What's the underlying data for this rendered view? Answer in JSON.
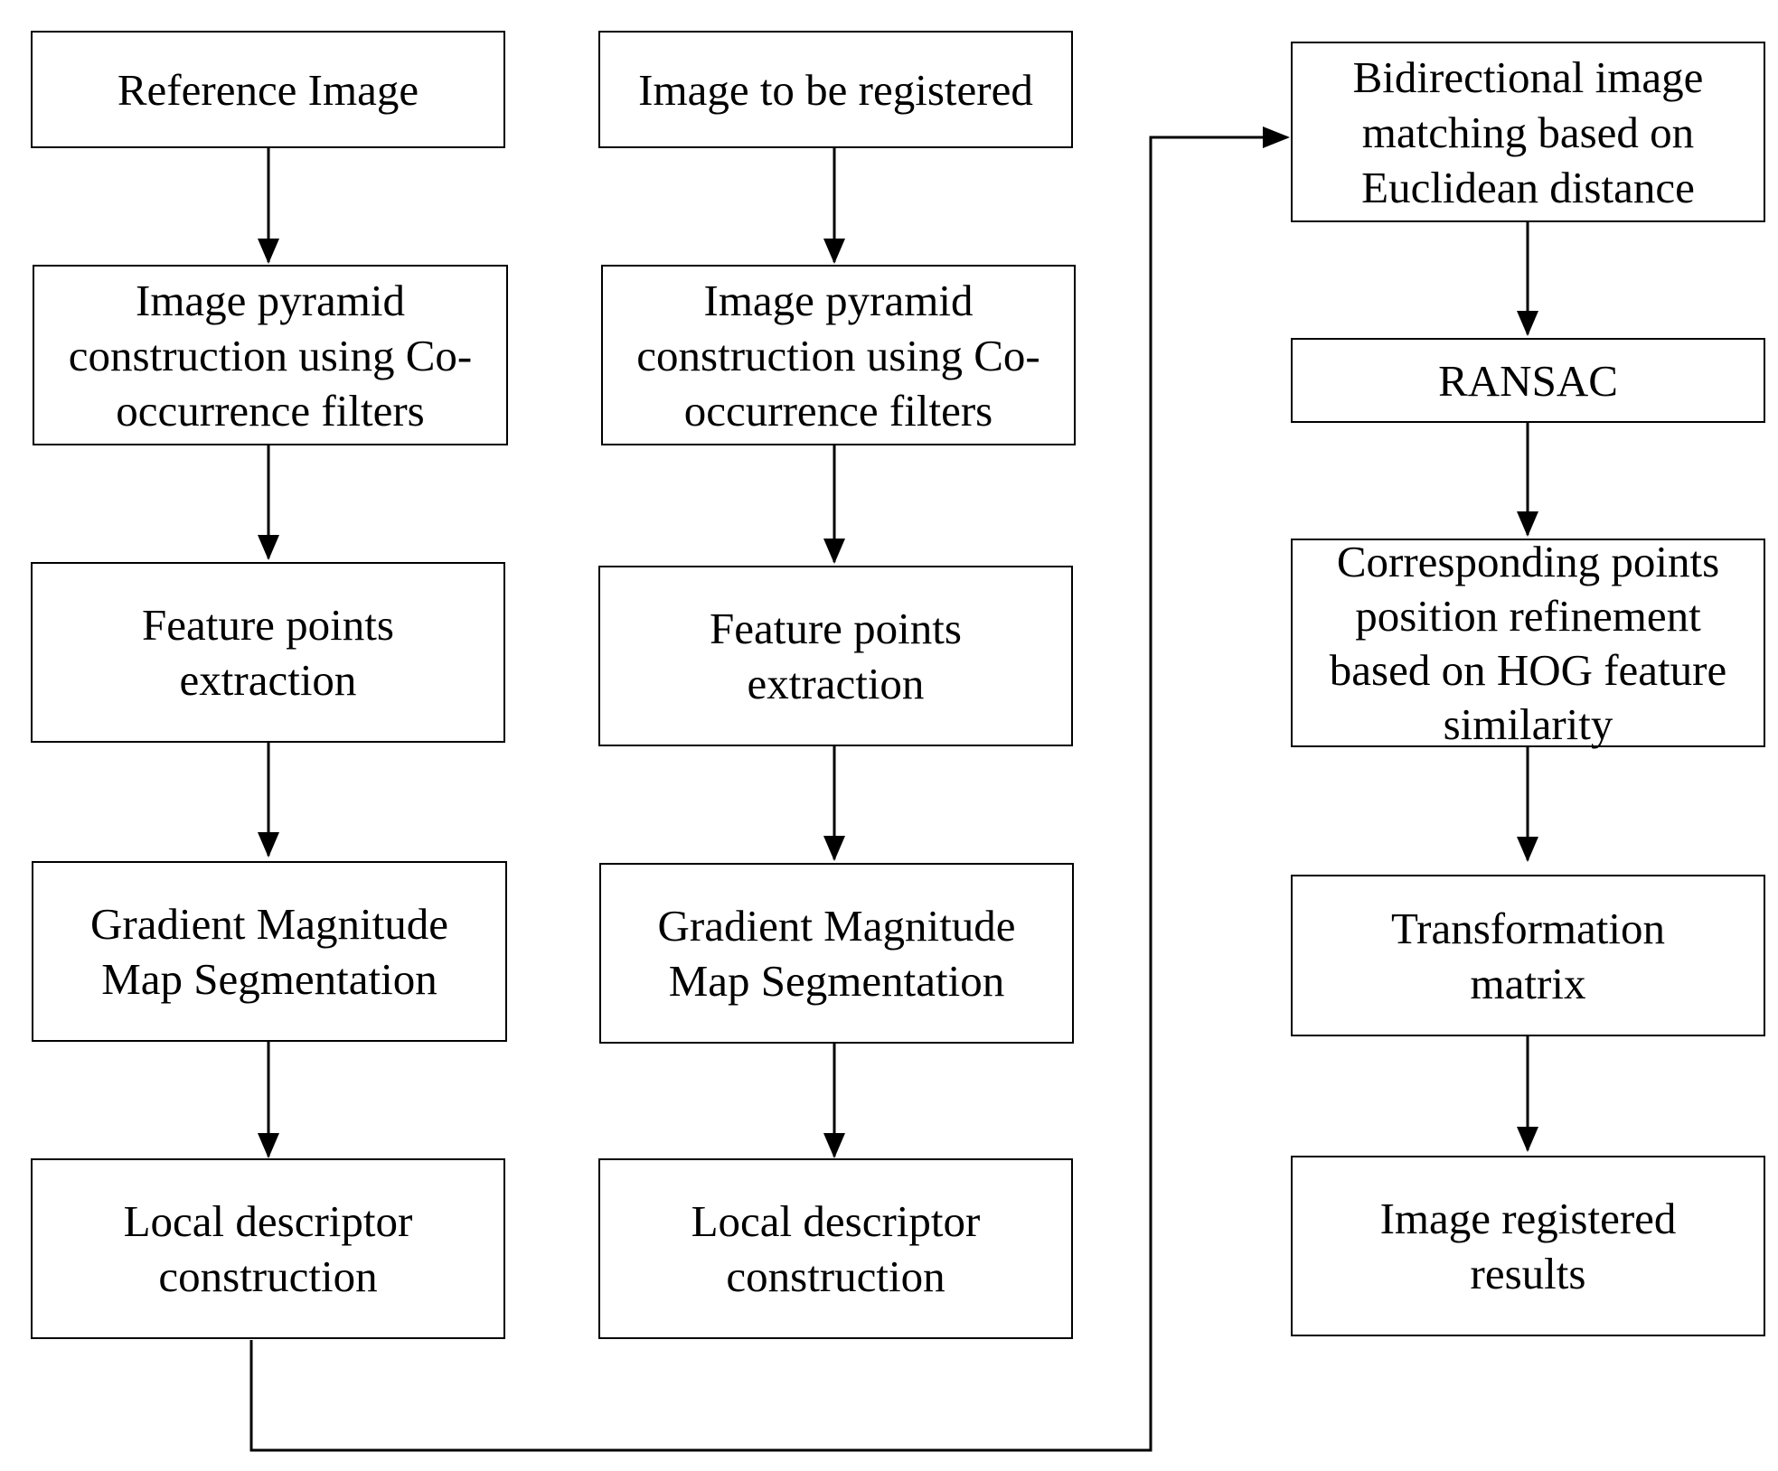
{
  "boxes": {
    "ref_image": "Reference Image",
    "reg_image": "Image to be registered",
    "pyramid_left": "Image pyramid\nconstruction using Co-\noccurrence filters",
    "pyramid_right": "Image pyramid\nconstruction using Co-\noccurrence filters",
    "feature_left": "Feature points\nextraction",
    "feature_right": "Feature points\nextraction",
    "gradient_left": "Gradient Magnitude\nMap Segmentation",
    "gradient_right": "Gradient Magnitude\nMap Segmentation",
    "descriptor_left": "Local descriptor\nconstruction",
    "descriptor_right": "Local descriptor\nconstruction",
    "matching": "Bidirectional image\nmatching based on\nEuclidean distance",
    "ransac": "RANSAC",
    "refinement": "Corresponding points\nposition refinement\nbased on HOG feature\nsimilarity",
    "transformation": "Transformation\nmatrix",
    "results": "Image registered\nresults"
  }
}
